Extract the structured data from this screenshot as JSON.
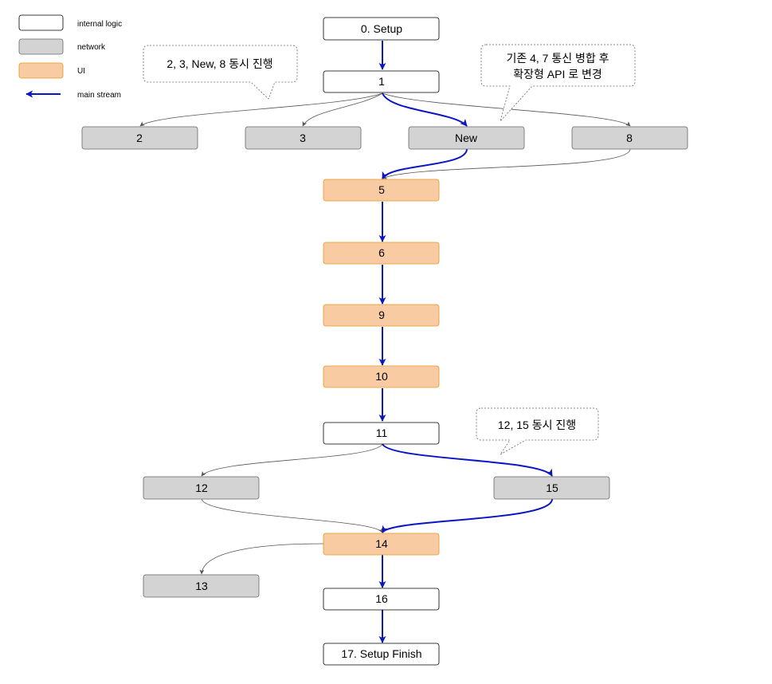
{
  "legend": {
    "internal": "internal logic",
    "network": "network",
    "ui": "UI",
    "main": "main stream"
  },
  "colors": {
    "internal_fill": "#ffffff",
    "internal_stroke": "#000000",
    "network_fill": "#d3d3d3",
    "network_stroke": "#666666",
    "ui_fill": "#f8cba2",
    "ui_stroke": "#e59824",
    "main_stream": "#0a16c4",
    "secondary_edge": "#555555",
    "note_stroke": "#666666"
  },
  "nodes": {
    "setup": "0. Setup",
    "n1": "1",
    "n2": "2",
    "n3": "3",
    "new": "New",
    "n8": "8",
    "n5": "5",
    "n6": "6",
    "n9": "9",
    "n10": "10",
    "n11": "11",
    "n12": "12",
    "n15": "15",
    "n14": "14",
    "n13": "13",
    "n16": "16",
    "finish": "17. Setup Finish"
  },
  "notes": {
    "note1": "2, 3, New, 8 동시 진행",
    "note2_line1": "기존 4, 7 통신 병합 후",
    "note2_line2": "확장형 API 로 변경",
    "note3": "12, 15 동시 진행"
  }
}
